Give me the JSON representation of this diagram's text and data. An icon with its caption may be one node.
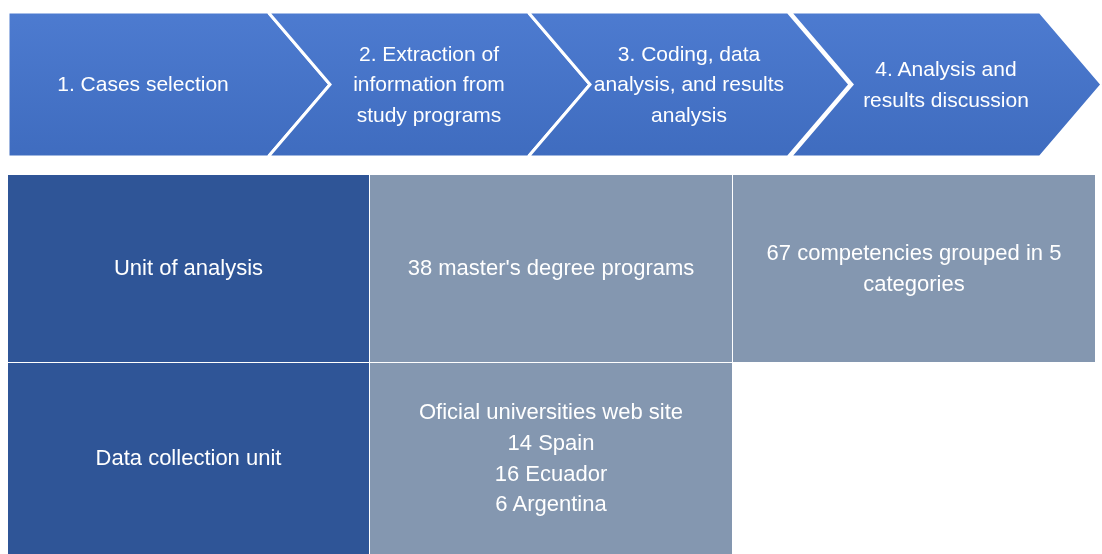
{
  "diagram": {
    "nodes": [
      {
        "text": [
          "1. Cases selection"
        ]
      },
      {
        "text": [
          "2. Extraction of information from study programs"
        ]
      },
      {
        "text": [
          "3. Coding, data analysis, and results analysis"
        ]
      },
      {
        "text": [
          "4. Analysis and results discussion"
        ]
      },
      {
        "text": [
          "Unit of analysis"
        ]
      },
      {
        "text": [
          "38 master's degree programs"
        ]
      },
      {
        "text": [
          "67 competencies grouped in 5 categories"
        ]
      },
      {
        "text": [
          "Data collection unit"
        ]
      },
      {
        "text": [
          "Oficial universities web site",
          "14 Spain",
          "16 Ecuador",
          "6 Argentina"
        ]
      }
    ]
  }
}
